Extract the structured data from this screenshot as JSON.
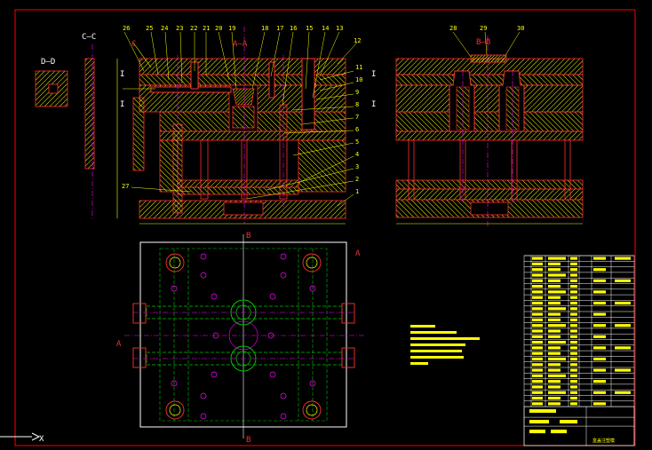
{
  "drawing": {
    "colors": {
      "background": "#000000",
      "frame": "#ff0000",
      "hatch": "#ffff00",
      "outline": "#ff3030",
      "center": "#ff00ff",
      "green": "#00c000",
      "white": "#ffffff"
    }
  },
  "section_labels": {
    "cc": "C—C",
    "dd": "D—D",
    "aa_top": "A—A",
    "bb": "B—B",
    "c_mark": "C",
    "i_left1": "I",
    "i_left2": "I",
    "i_right1": "I",
    "i_right2": "I",
    "b_top": "B",
    "b_bottom": "B",
    "a_right": "A",
    "a_left": "A"
  },
  "part_labels_top": [
    "26",
    "25",
    "24",
    "23",
    "22",
    "21",
    "20",
    "19",
    "18",
    "17",
    "16",
    "15",
    "14",
    "13",
    "12"
  ],
  "part_labels_right": [
    "11",
    "10",
    "9",
    "8",
    "7",
    "6",
    "5",
    "4",
    "3",
    "2",
    "1"
  ],
  "label_27": "27",
  "side_labels": [
    "28",
    "29",
    "30"
  ],
  "axis_indicator": "X",
  "title_block": {
    "title": "盒盖注塑模",
    "rows": 27
  }
}
